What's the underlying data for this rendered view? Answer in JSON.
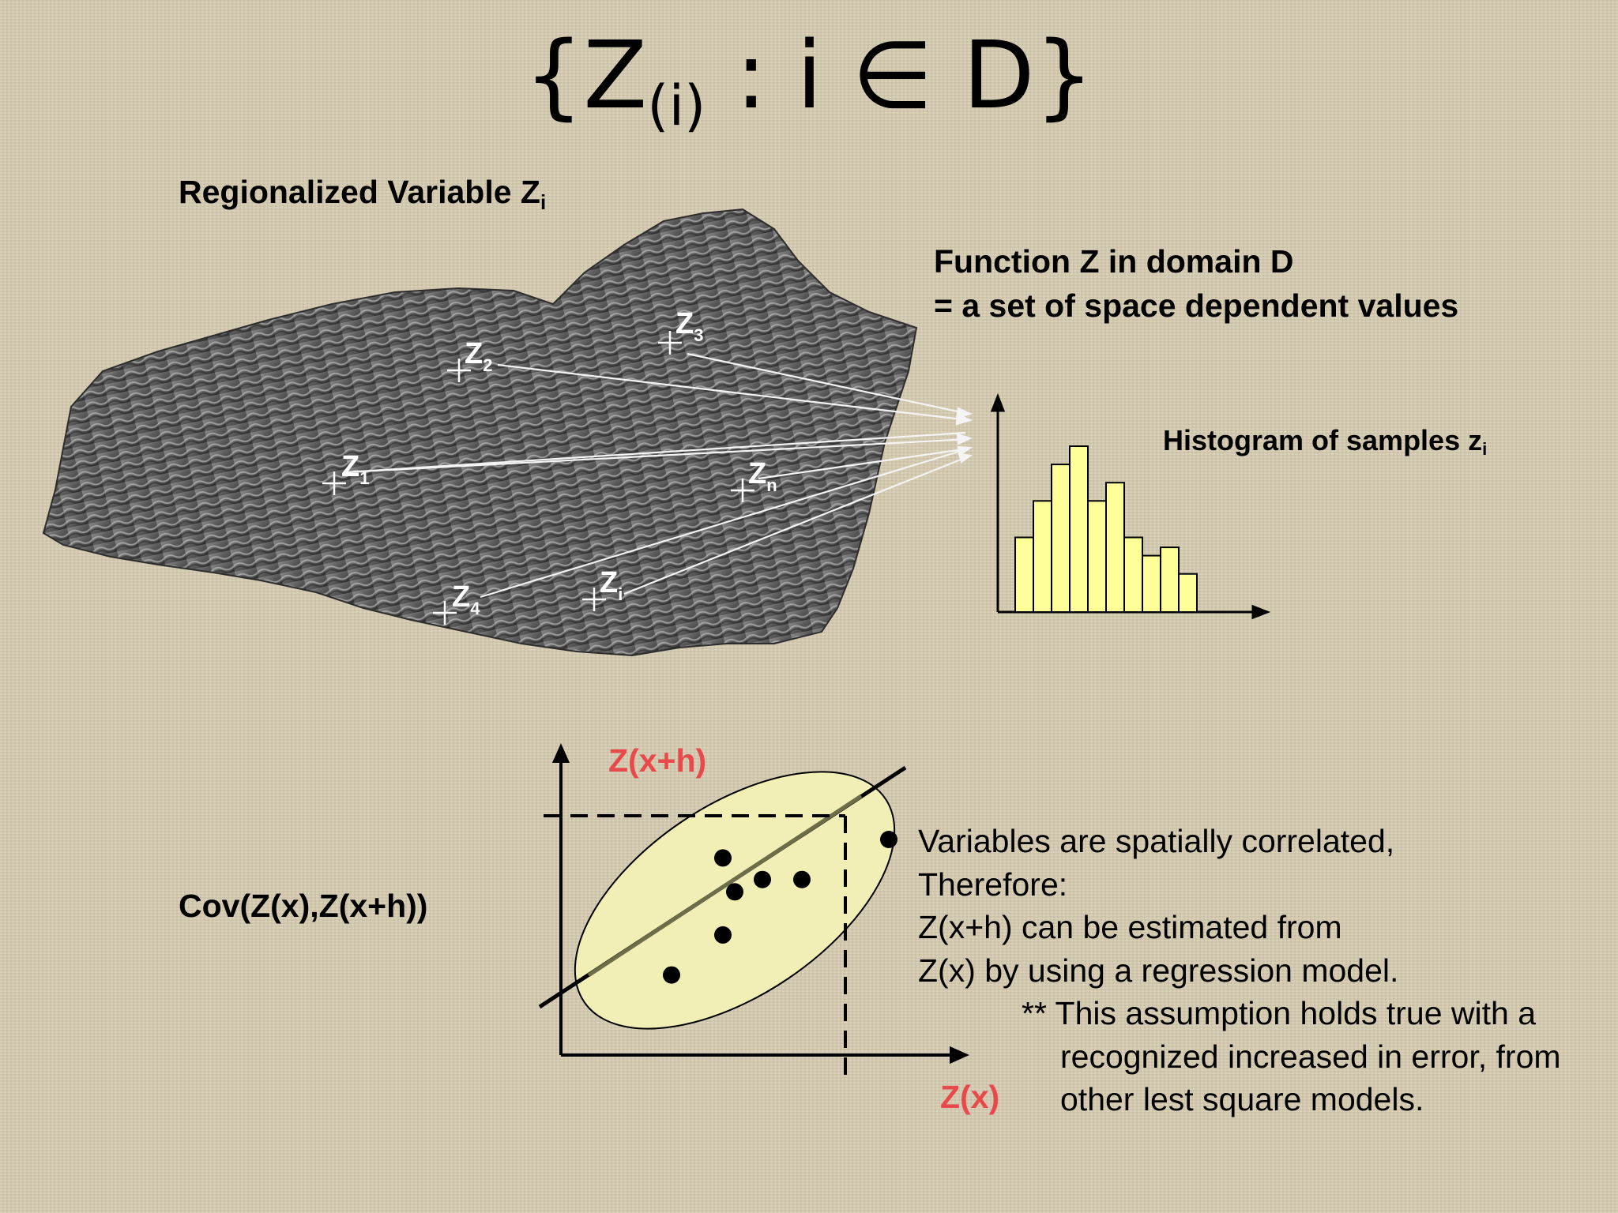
{
  "title": {
    "main_left": "{Z",
    "subscript": "(i)",
    "main_right": " : i ∈ D}"
  },
  "regionalized": {
    "label": "Regionalized Variable Z",
    "subscript": "i"
  },
  "function": {
    "line1": "Function Z in domain D",
    "line2": "= a set of space dependent values"
  },
  "samples": [
    {
      "name": "Z",
      "sub": "1"
    },
    {
      "name": "Z",
      "sub": "2"
    },
    {
      "name": "Z",
      "sub": "3"
    },
    {
      "name": "Z",
      "sub": "n"
    },
    {
      "name": "Z",
      "sub": "i"
    },
    {
      "name": "Z",
      "sub": "4"
    }
  ],
  "histogram": {
    "label": "Histogram of samples z",
    "subscript": "i",
    "bar_fill": "#ffff99",
    "values": [
      0.45,
      0.67,
      0.89,
      1.0,
      0.67,
      0.78,
      0.45,
      0.34,
      0.39,
      0.23
    ]
  },
  "scatter": {
    "y_label": "Z(x+h)",
    "x_label": "Z(x)",
    "ellipse_fill": "#f2efb6",
    "label_color": "#e8494b",
    "points": [
      [
        0.28,
        0.26
      ],
      [
        0.41,
        0.39
      ],
      [
        0.44,
        0.53
      ],
      [
        0.51,
        0.57
      ],
      [
        0.61,
        0.57
      ],
      [
        0.41,
        0.64
      ],
      [
        0.83,
        0.7
      ]
    ]
  },
  "cov_label": "Cov(Z(x),Z(x+h))",
  "explanation": {
    "line1": "Variables are spatially correlated,",
    "line2": "Therefore:",
    "line3": "Z(x+h) can be estimated from",
    "line4": "Z(x) by using a regression model.",
    "line5": "** This assumption holds true with a",
    "line6": "recognized increased in error, from",
    "line7": "other lest square models."
  }
}
